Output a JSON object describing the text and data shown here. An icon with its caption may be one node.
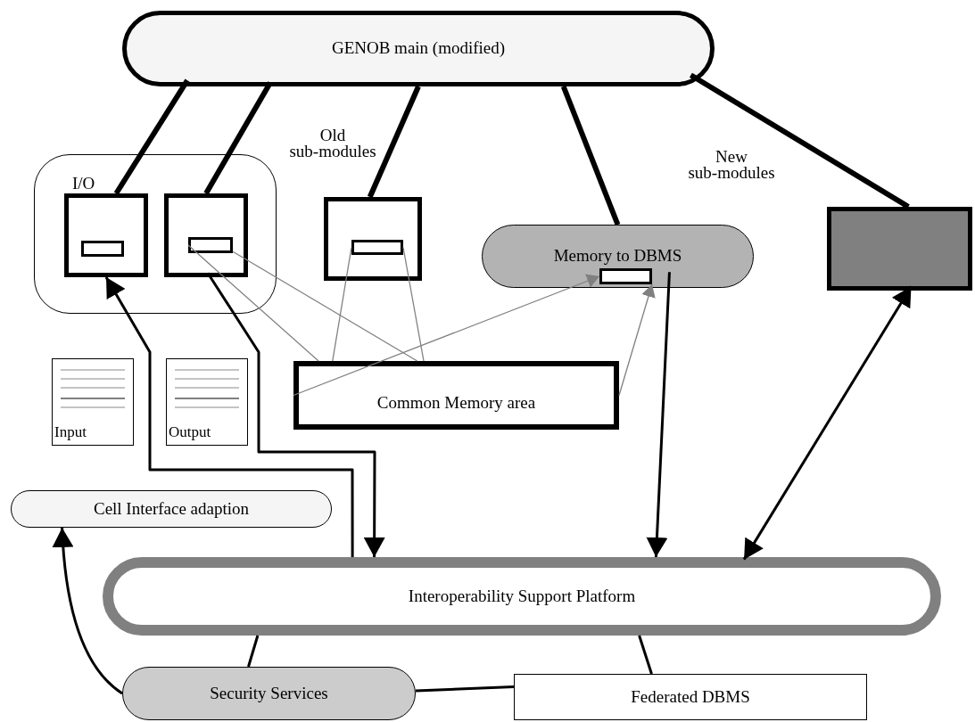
{
  "diagram": {
    "nodes": [
      {
        "text": [
          "GENOB main (modified)"
        ]
      },
      {
        "text": [
          "I/O"
        ]
      },
      {
        "text": [],
        "shape": "box",
        "in": 1
      },
      {
        "text": [],
        "shape": "box",
        "in": 2
      },
      {
        "text": [],
        "shape": "box",
        "in": 1
      },
      {
        "text": [],
        "shape": "box",
        "in": 4
      },
      {
        "text": [],
        "shape": "box"
      },
      {
        "text": [],
        "shape": "box",
        "in": 6
      },
      {
        "text": [
          "Memory to DBMS"
        ]
      },
      {
        "text": [],
        "shape": "box",
        "in": 8
      },
      {
        "text": [],
        "shape": "box"
      },
      {
        "text": [
          "Input"
        ]
      },
      {
        "text": [
          "Output"
        ]
      },
      {
        "text": [
          "Common Memory area"
        ]
      },
      {
        "text": [
          "Cell Interface adaption"
        ]
      },
      {
        "text": [
          "Interoperability Support Platform"
        ]
      },
      {
        "text": [
          "Security Services"
        ]
      },
      {
        "text": [
          "Federated DBMS"
        ]
      }
    ],
    "edges": [
      {
        "from": 0,
        "to": 2,
        "arrow": "none",
        "style": "thick"
      },
      {
        "from": 0,
        "to": 4,
        "arrow": "none",
        "style": "thick"
      },
      {
        "from": 0,
        "to": 6,
        "arrow": "none",
        "style": "thick"
      },
      {
        "from": 0,
        "to": 8,
        "arrow": "none",
        "style": "thick"
      },
      {
        "from": 0,
        "to": 10,
        "arrow": "none",
        "style": "thick"
      },
      {
        "from": 15,
        "to": 2,
        "arrow": "to"
      },
      {
        "from": 4,
        "to": 15,
        "arrow": "to"
      },
      {
        "from": 8,
        "to": 15,
        "arrow": "to"
      },
      {
        "from": 10,
        "to": 15,
        "arrow": "both"
      },
      {
        "from": 16,
        "to": 14,
        "arrow": "to"
      },
      {
        "from": 15,
        "to": 16,
        "arrow": "none"
      },
      {
        "from": 15,
        "to": 17,
        "arrow": "none"
      },
      {
        "from": 16,
        "to": 17,
        "arrow": "none"
      },
      {
        "from": 5,
        "to": 13,
        "arrow": "none",
        "color": "#808080"
      },
      {
        "from": 5,
        "to": 13,
        "arrow": "none",
        "color": "#808080"
      },
      {
        "from": 7,
        "to": 13,
        "arrow": "none",
        "color": "#808080"
      },
      {
        "from": 7,
        "to": 13,
        "arrow": "none",
        "color": "#808080"
      },
      {
        "from": 13,
        "to": 9,
        "arrow": "to",
        "color": "#808080"
      },
      {
        "from": 13,
        "to": 9,
        "arrow": "to",
        "color": "#808080"
      }
    ],
    "labels": [
      "Old sub-modules",
      "New sub-modules"
    ]
  }
}
